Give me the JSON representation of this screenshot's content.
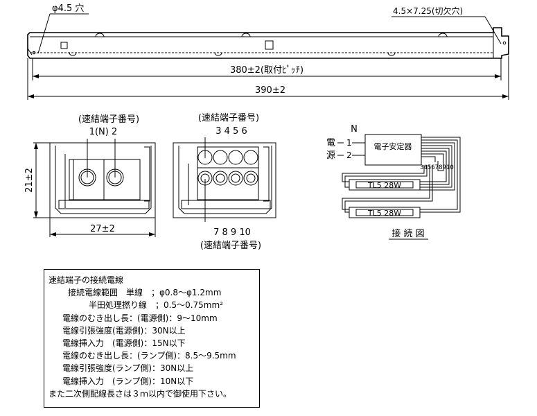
{
  "top_view": {
    "hole_label": "φ4.5 穴",
    "cutout_label": "4.5×7.25(切欠穴)",
    "pitch_dim": "380±2(取付ﾋﾟｯﾁ)",
    "total_dim": "390±2"
  },
  "end_view_left": {
    "title": "(速結端子番号)",
    "terminal_labels": "1(N)  2",
    "height_dim": "21±2",
    "width_dim": "27±2"
  },
  "end_view_right": {
    "title": "(速結端子番号)",
    "top_numbers": "3 4 5 6",
    "bottom_numbers": "7 8 9 10",
    "bottom_title": "(速結端子番号)"
  },
  "wiring_diagram": {
    "n_label": "N",
    "den": "電",
    "gen": "源",
    "term1": "1",
    "term2": "2",
    "ballast": "電子安定器",
    "out_numbers": "345678910",
    "lamp1": "TL5 28W",
    "lamp2": "TL5 28W",
    "caption": "接 続 図"
  },
  "notes": {
    "heading": "速結端子の接続電線",
    "line1": "接続電線範囲　単線　；φ0.8～φ1.2mm",
    "line2": "半田処理撚り線　；0.5～0.75mm²",
    "line3": "電線のむき出し長：(電源側)：9～10mm",
    "line4": "電線引張強度(電源側)：30N以上",
    "line5": "電線挿入力　(電源側)：15N以下",
    "line6": "電線のむき出し長：(ランプ側)：8.5～9.5mm",
    "line7": "電線引張強度(ランプ側)：30N以上",
    "line8": "電線挿入力　(ランプ側)：10N以下",
    "line9": "また二次側配線長さは３ｍ以内で御使用下さい。"
  }
}
